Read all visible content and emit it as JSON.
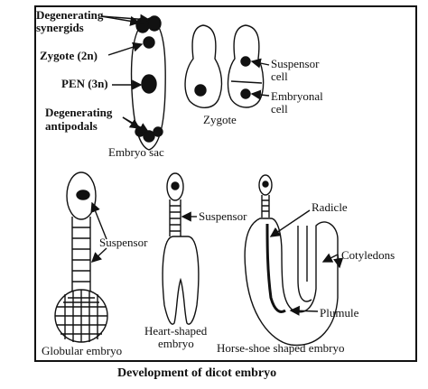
{
  "caption": "Development of dicot embryo",
  "labels": {
    "degenerating_synergids_1": "Degenerating",
    "degenerating_synergids_2": "synergids",
    "zygote_2n": "Zygote (2n)",
    "pen_3n": "PEN (3n)",
    "degenerating_antipodals_1": "Degenerating",
    "degenerating_antipodals_2": "antipodals",
    "embryo_sac": "Embryo sac",
    "zygote": "Zygote",
    "suspensor_cell_1": "Suspensor",
    "suspensor_cell_2": "cell",
    "embryonal_cell_1": "Embryonal",
    "embryonal_cell_2": "cell",
    "suspensor_globular": "Suspensor",
    "globular_embryo": "Globular embryo",
    "suspensor_heart": "Suspensor",
    "heart_shaped_1": "Heart-shaped",
    "heart_shaped_2": "embryo",
    "radicle": "Radicle",
    "cotyledons": "Cotyledons",
    "plumule": "Plumule",
    "horse_shoe": "Horse-shoe shaped  embryo"
  },
  "colors": {
    "ink": "#111111",
    "paper": "#ffffff"
  }
}
